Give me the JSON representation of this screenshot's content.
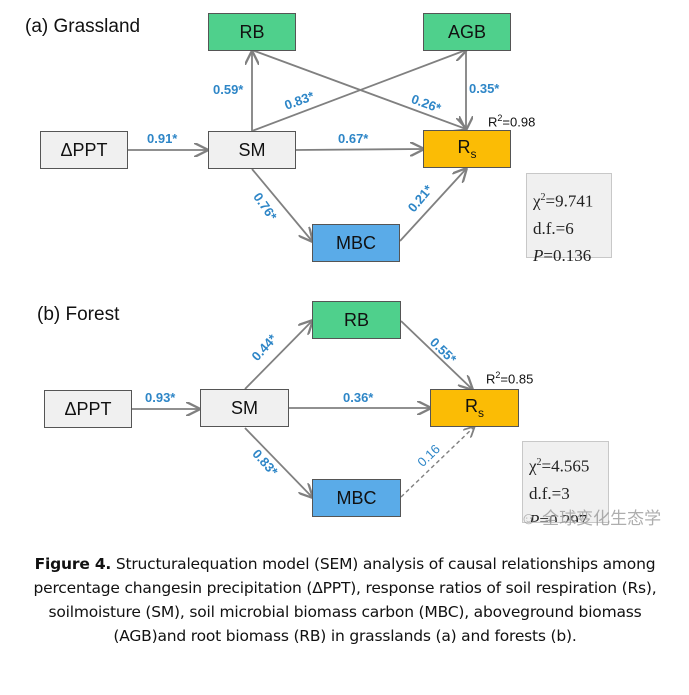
{
  "panels": {
    "a": {
      "title": "(a) Grassland",
      "nodes": {
        "ppt": "ΔPPT",
        "sm": "SM",
        "rb": "RB",
        "agb": "AGB",
        "rs_main": "R",
        "rs_sub": "s",
        "mbc": "MBC"
      },
      "paths": {
        "ppt_sm": "0.91*",
        "sm_rb": "0.59*",
        "sm_agb": "0.83*",
        "rb_rs": "0.26*",
        "agb_rs": "0.35*",
        "sm_rs": "0.67*",
        "sm_mbc": "0.76*",
        "mbc_rs": "0.21*"
      },
      "r2_label": "R",
      "r2_sup": "2",
      "r2_value": "=0.98",
      "fit": {
        "chi_label": "χ",
        "chi_sup": "2",
        "chi_value": "=9.741",
        "df": "d.f.=6",
        "p_label": "P",
        "p_value": "=0.136"
      }
    },
    "b": {
      "title": "(b) Forest",
      "nodes": {
        "ppt": "ΔPPT",
        "sm": "SM",
        "rb": "RB",
        "rs_main": "R",
        "rs_sub": "s",
        "mbc": "MBC"
      },
      "paths": {
        "ppt_sm": "0.93*",
        "sm_rb": "0.44*",
        "rb_rs": "0.55*",
        "sm_rs": "0.36*",
        "sm_mbc": "0.83*",
        "mbc_rs": "0.16"
      },
      "r2_label": "R",
      "r2_sup": "2",
      "r2_value": "=0.85",
      "fit": {
        "chi_label": "χ",
        "chi_sup": "2",
        "chi_value": "=4.565",
        "df": "d.f.=3",
        "p_label": "P",
        "p_value": "=0.297"
      }
    }
  },
  "watermark": "全球变化生态学",
  "caption": {
    "label": "Figure 4.",
    "text": " Structuralequation model (SEM) analysis of causal relationships among percentage changesin precipitation (ΔPPT), response ratios of soil respiration (Rs), soilmoisture (SM), soil microbial biomass carbon (MBC), aboveground biomass (AGB)and root biomass (RB) in grasslands (a) and forests (b)."
  },
  "colors": {
    "coefficient": "#2e86c7",
    "arrow": "#808080",
    "exogenous_node": "#f0f0f0",
    "biomass_node": "#4fd08c",
    "rs_node": "#fbbc05",
    "mbc_node": "#5aabe8"
  }
}
